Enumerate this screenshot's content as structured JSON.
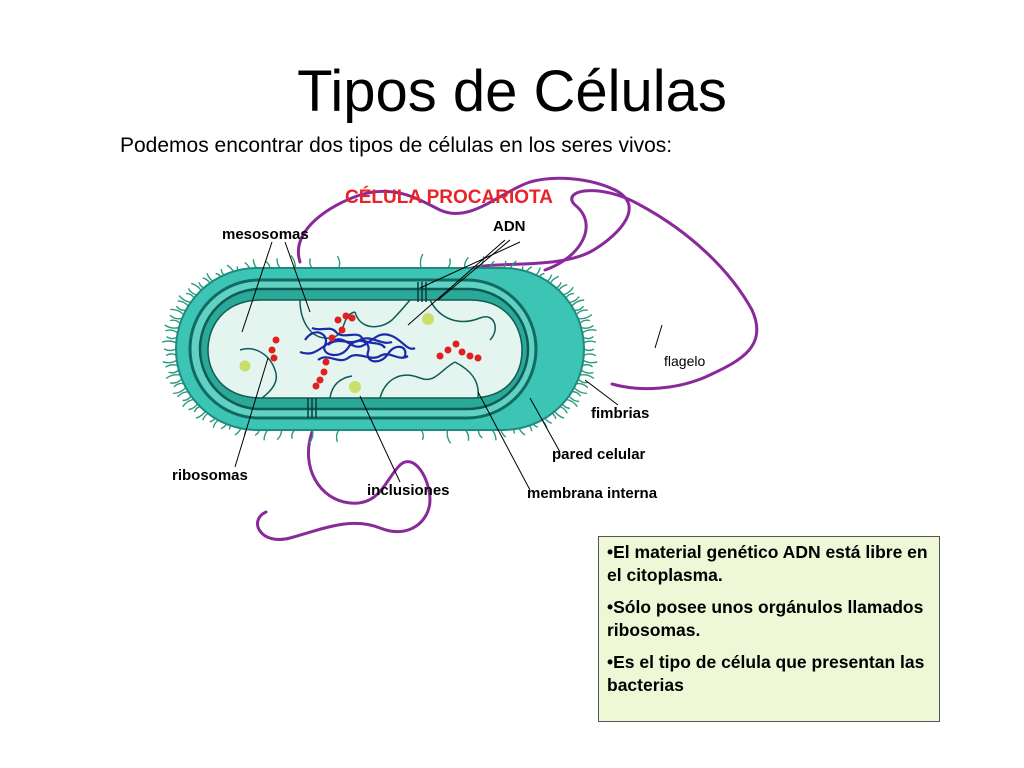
{
  "slide": {
    "title": "Tipos de Células",
    "subtitle": "Podemos encontrar dos tipos de células en los seres vivos:"
  },
  "diagram": {
    "heading": "CÉLULA PROCARIOTA",
    "heading_color": "#e8232a",
    "labels": {
      "mesosomas": "mesosomas",
      "adn": "ADN",
      "flagelo": "flagelo",
      "fimbrias": "fimbrias",
      "pared_celular": "pared celular",
      "membrana_interna": "membrana interna",
      "ribosomas": "ribosomas",
      "inclusiones": "inclusiones"
    },
    "colors": {
      "capsule": "#3cc4b4",
      "wall": "#1e8a80",
      "cytoplasm": "#e4f4ef",
      "dna": "#1a2aa8",
      "ribosome": "#e02020",
      "inclusion": "#c9df6a",
      "flagellum": "#8a2a9a",
      "fimbria": "#2a9a7a"
    }
  },
  "info_box": {
    "bullets": [
      "•El material genético ADN está libre en el citoplasma.",
      "•Sólo posee unos orgánulos llamados ribosomas.",
      "•Es el tipo de célula que presentan las bacterias"
    ],
    "background": "#eef8d6"
  }
}
